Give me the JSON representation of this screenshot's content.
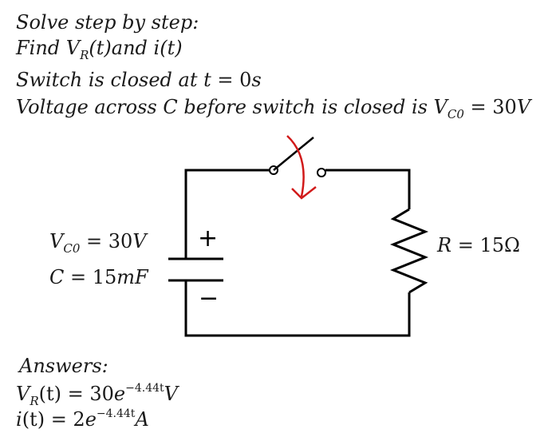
{
  "problem": {
    "instruction": "Solve step by step:",
    "find": {
      "prefix": "Find V",
      "sub": "R",
      "middle": "(t)and i(t)"
    },
    "switch_text": {
      "prefix": "Switch is closed at t ",
      "eq": "= 0",
      "unit": "s"
    },
    "voltage_text": {
      "prefix": "Voltage across C before switch is closed is V",
      "sub": "C0",
      "value": " = 30",
      "unit": "V"
    }
  },
  "circuit": {
    "vc0_label": {
      "prefix": "V",
      "sub": "C0",
      "value": " = 30",
      "unit": "V"
    },
    "c_label": {
      "prefix": "C ",
      "value": "= 15",
      "unit": "mF"
    },
    "r_label": {
      "prefix": "R ",
      "value": "= 15Ω"
    },
    "plus_sign": "+",
    "minus_sign": "−",
    "wire_color": "#000000",
    "arrow_color": "#d11a1a"
  },
  "answers": {
    "heading": "Answers:",
    "vr": {
      "prefix": "V",
      "sub": "R",
      "mid": "(t) = 30",
      "e": "e",
      "exp": "−4.44t",
      "unit": "V"
    },
    "i": {
      "prefix": "i",
      "mid": "(t) = 2",
      "e": "e",
      "exp": "−4.44t",
      "unit": "A"
    }
  }
}
